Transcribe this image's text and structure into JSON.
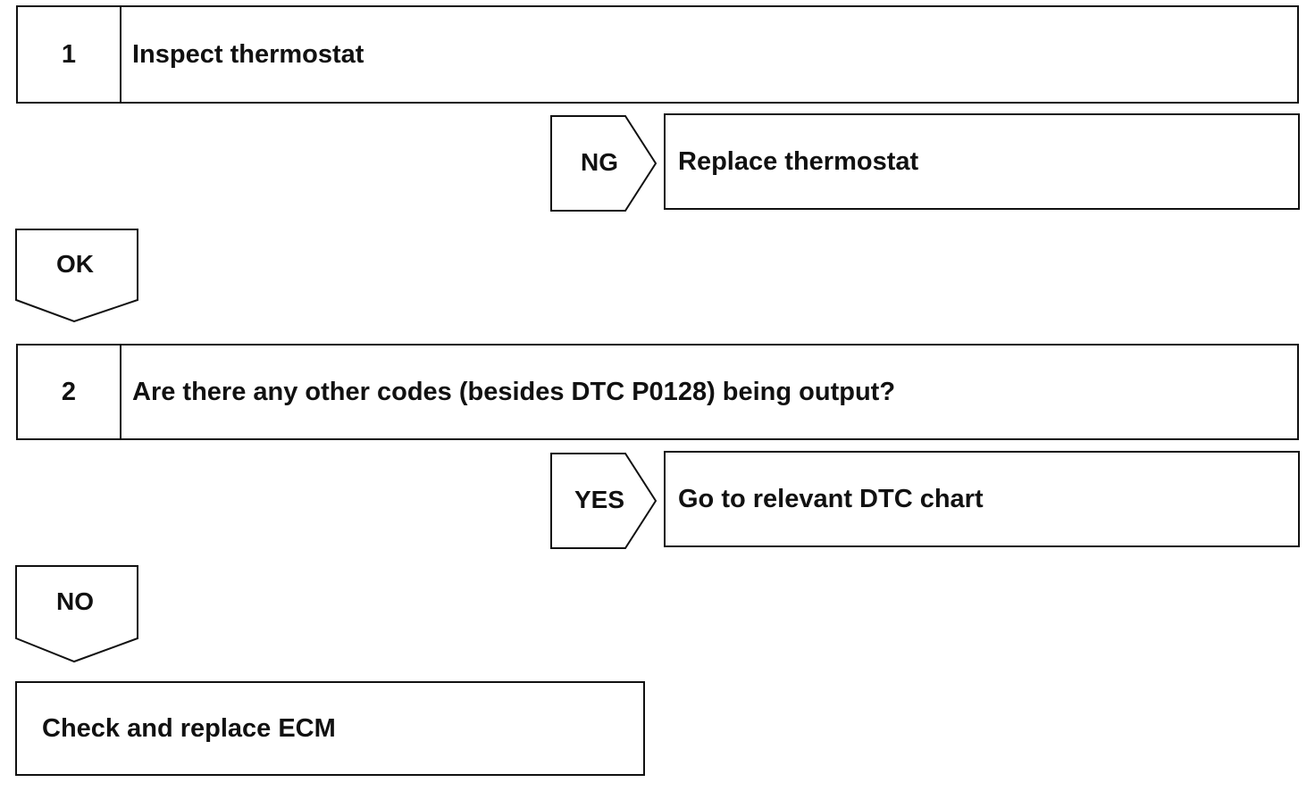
{
  "steps": [
    {
      "number": "1",
      "text": "Inspect thermostat",
      "branch": {
        "label": "NG",
        "action": "Replace thermostat"
      },
      "next": "OK"
    },
    {
      "number": "2",
      "text": "Are there any other codes (besides DTC P0128) being output?",
      "branch": {
        "label": "YES",
        "action": "Go to relevant DTC chart"
      },
      "next": "NO"
    }
  ],
  "final": {
    "text": "Check and replace ECM"
  }
}
